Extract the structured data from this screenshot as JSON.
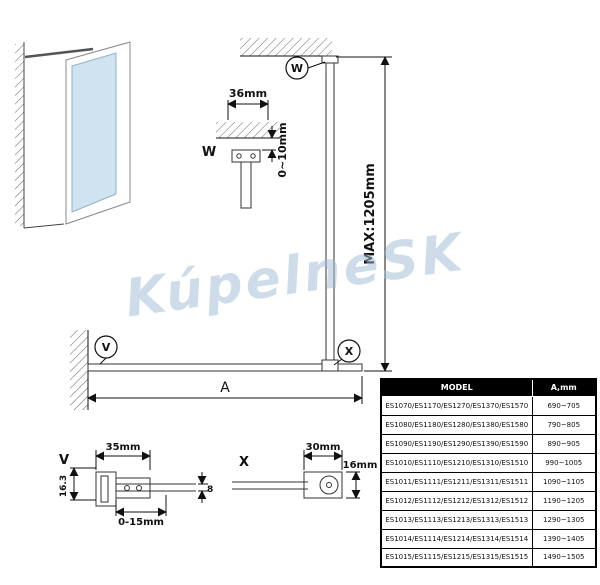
{
  "watermark": "KúpelneSK",
  "labels": {
    "detail_w": "W",
    "detail_v": "V",
    "detail_x": "X",
    "callout_w": "W",
    "callout_v": "V",
    "callout_x": "X",
    "dim_a": "A"
  },
  "dimensions": {
    "top_width": "36mm",
    "top_gap": "0~10mm",
    "max_height": "MAX:1205mm",
    "v_offset": "16.3",
    "v_width": "35mm",
    "v_glass": "8",
    "v_adjust": "0-15mm",
    "x_width": "30mm",
    "x_thickness": "16mm"
  },
  "table": {
    "headers": {
      "model": "MODEL",
      "a": "A,mm"
    },
    "rows": [
      {
        "model": "ES1070/ES1170/ES1270/ES1370/ES1570",
        "a": "690~705"
      },
      {
        "model": "ES1080/ES1180/ES1280/ES1380/ES1580",
        "a": "790~805"
      },
      {
        "model": "ES1090/ES1190/ES1290/ES1390/ES1590",
        "a": "890~905"
      },
      {
        "model": "ES1010/ES1110/ES1210/ES1310/ES1510",
        "a": "990~1005"
      },
      {
        "model": "ES1011/ES1111/ES1211/ES1311/ES1511",
        "a": "1090~1105"
      },
      {
        "model": "ES1012/ES1112/ES1212/ES1312/ES1512",
        "a": "1190~1205"
      },
      {
        "model": "ES1013/ES1113/ES1213/ES1313/ES1513",
        "a": "1290~1305"
      },
      {
        "model": "ES1014/ES1114/ES1214/ES1314/ES1514",
        "a": "1390~1405"
      },
      {
        "model": "ES1015/ES1115/ES1215/ES1315/ES1515",
        "a": "1490~1505"
      }
    ]
  }
}
